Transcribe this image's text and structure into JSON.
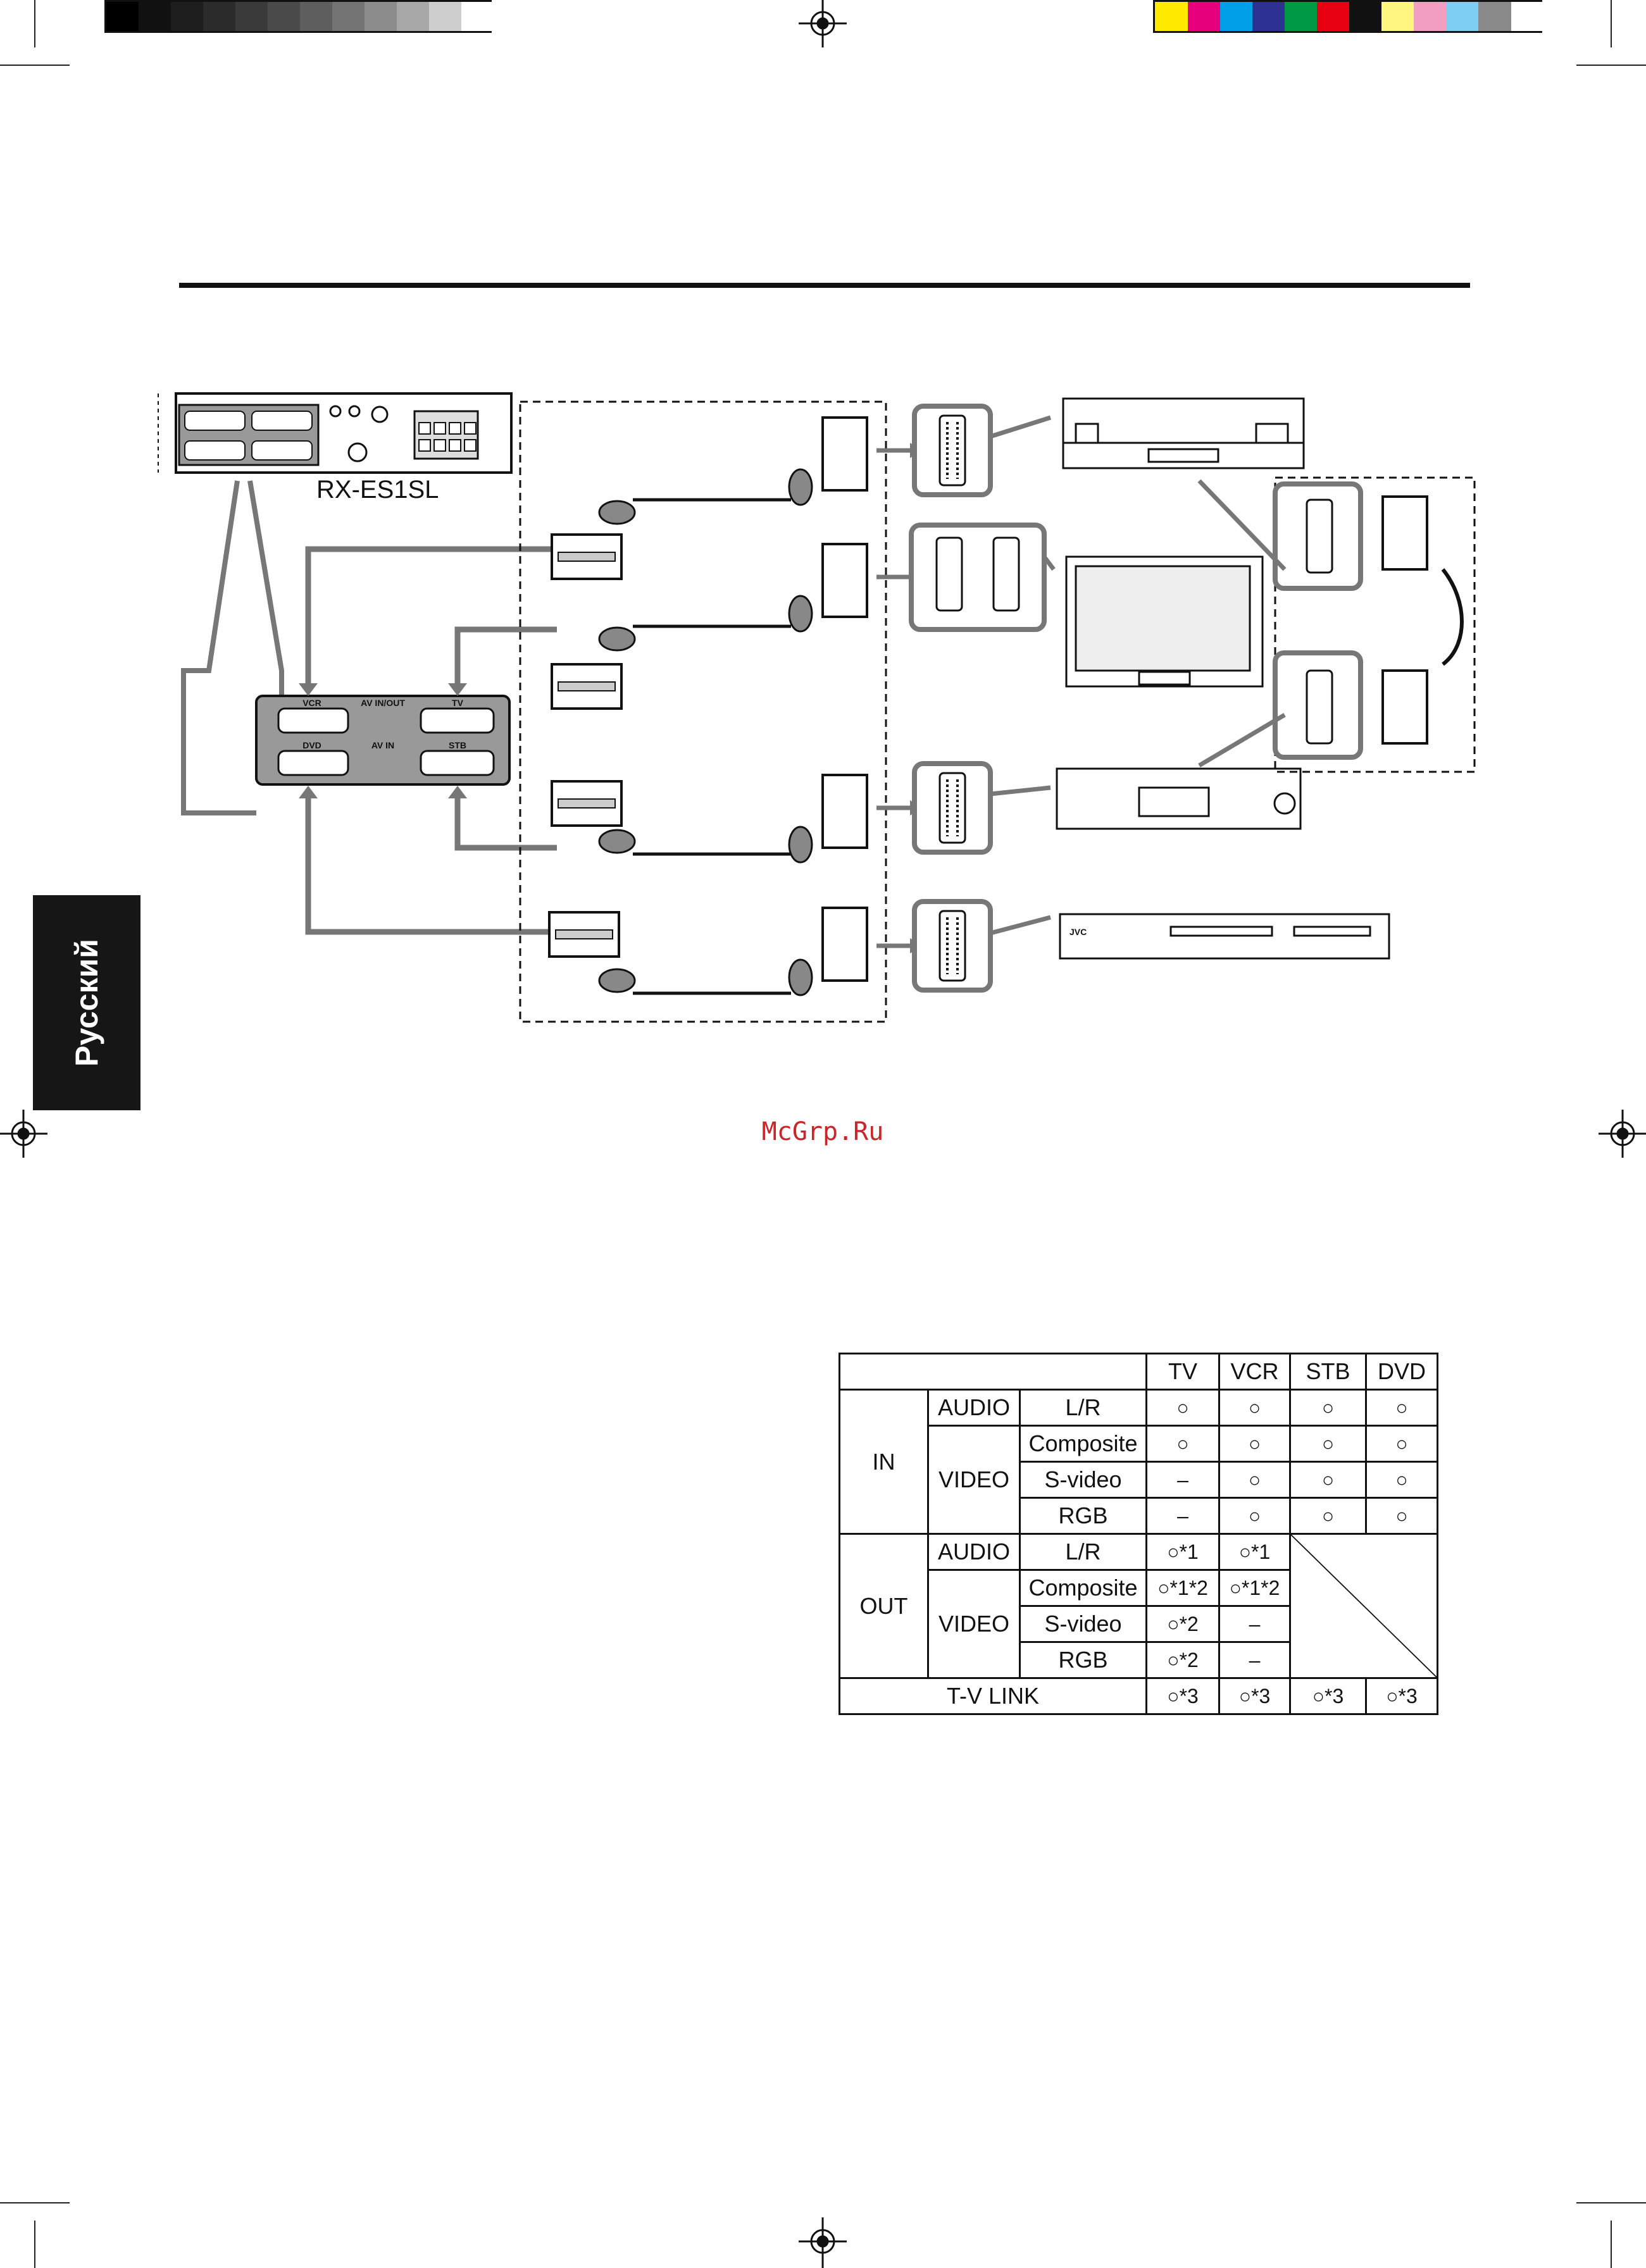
{
  "page": {
    "side_tab": "Русский",
    "watermark": "McGrp.Ru",
    "colors": {
      "tab_bg": "#161616",
      "watermark": "#c8262a",
      "diagram_gray": "#777777"
    }
  },
  "diagram": {
    "receiver_model": "RX-ES1SL",
    "panel_labels": {
      "vcr": "VCR",
      "av_in_out": "AV IN/OUT",
      "tv": "TV",
      "dvd": "DVD",
      "av_in": "AV IN",
      "stb": "STB"
    },
    "device_brand": "JVC"
  },
  "table": {
    "header": [
      "",
      "TV",
      "VCR",
      "STB",
      "DVD"
    ],
    "groups": {
      "in": "IN",
      "out": "OUT",
      "audio": "AUDIO",
      "video": "VIDEO",
      "tvlink": "T-V LINK"
    },
    "rows": [
      {
        "label": "L/R",
        "cells": [
          "○",
          "○",
          "○",
          "○"
        ]
      },
      {
        "label": "Composite",
        "cells": [
          "○",
          "○",
          "○",
          "○"
        ]
      },
      {
        "label": "S-video",
        "cells": [
          "–",
          "○",
          "○",
          "○"
        ]
      },
      {
        "label": "RGB",
        "cells": [
          "–",
          "○",
          "○",
          "○"
        ]
      },
      {
        "label": "L/R",
        "cells": [
          "○*1",
          "○*1"
        ]
      },
      {
        "label": "Composite",
        "cells": [
          "○*1*2",
          "○*1*2"
        ]
      },
      {
        "label": "S-video",
        "cells": [
          "○*2",
          "–"
        ]
      },
      {
        "label": "RGB",
        "cells": [
          "○*2",
          "–"
        ]
      }
    ],
    "tvlink_cells": [
      "○*3",
      "○*3",
      "○*3",
      "○*3"
    ]
  }
}
